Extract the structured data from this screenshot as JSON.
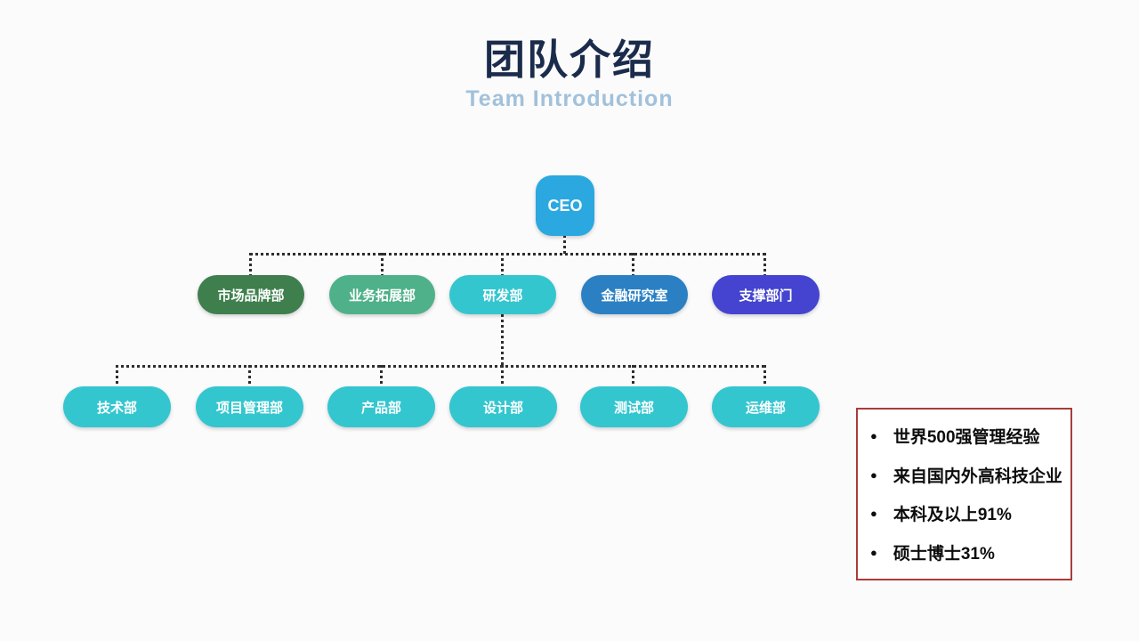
{
  "slide": {
    "title": "团队介绍",
    "subtitle": "Team Introduction",
    "background_color": "#fbfbfc",
    "title_color": "#1b2b4b",
    "subtitle_color": "#a2c1da"
  },
  "org_chart": {
    "connector_color": "#2e2e2e",
    "root": {
      "label": "CEO",
      "color": "#2ba8e0"
    },
    "level2": [
      {
        "label": "市场品牌部",
        "color": "#3f7f4e"
      },
      {
        "label": "业务拓展部",
        "color": "#4fb189"
      },
      {
        "label": "研发部",
        "color": "#34c6cf"
      },
      {
        "label": "金融研究室",
        "color": "#2b80c4"
      },
      {
        "label": "支撑部门",
        "color": "#4444d0"
      }
    ],
    "level3": [
      {
        "label": "技术部",
        "color": "#34c6cf"
      },
      {
        "label": "项目管理部",
        "color": "#34c6cf"
      },
      {
        "label": "产品部",
        "color": "#34c6cf"
      },
      {
        "label": "设计部",
        "color": "#34c6cf"
      },
      {
        "label": "测试部",
        "color": "#34c6cf"
      },
      {
        "label": "运维部",
        "color": "#34c6cf"
      }
    ]
  },
  "highlights": {
    "border_color": "#a93c3c",
    "bullet_glyph": "●",
    "items": [
      "世界500强管理经验",
      "来自国内外高科技企业",
      "本科及以上91%",
      "硕士博士31%"
    ]
  }
}
